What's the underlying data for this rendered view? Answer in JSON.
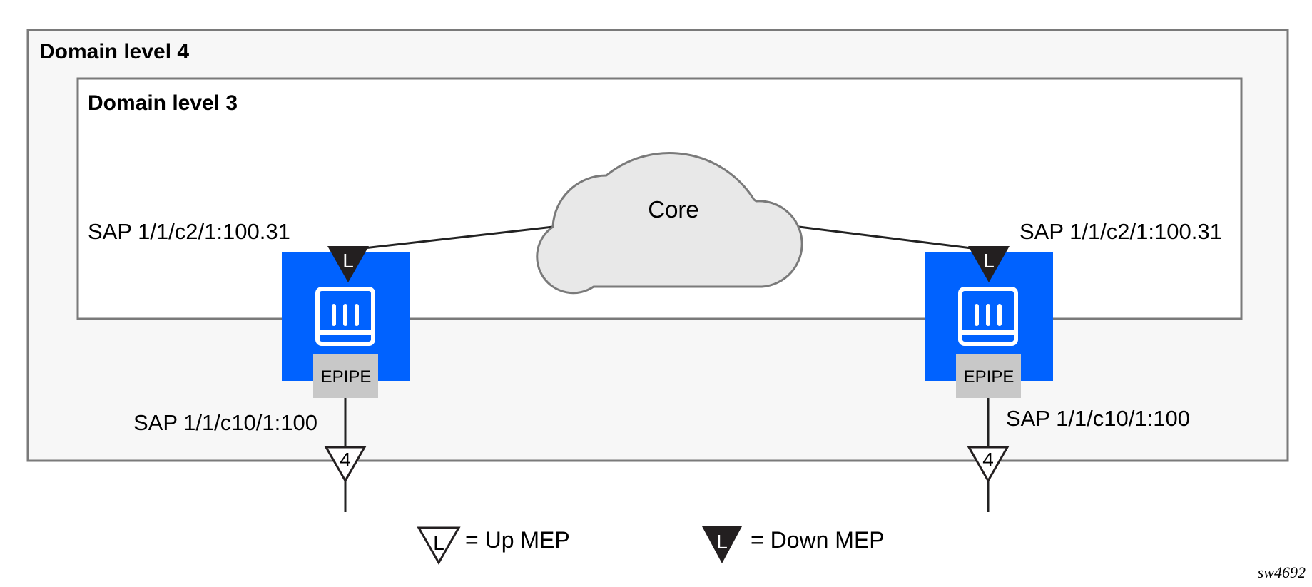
{
  "domains": [
    {
      "title": "Domain level 4"
    },
    {
      "title": "Domain level 3"
    }
  ],
  "core": {
    "label": "Core"
  },
  "nodes": [
    {
      "epipe_label": "EPIPE",
      "network_sap": "SAP 1/1/c2/1:100.31",
      "access_sap": "SAP 1/1/c10/1:100",
      "down_mep_letter": "L",
      "up_mep_letter": "4"
    },
    {
      "epipe_label": "EPIPE",
      "network_sap": "SAP 1/1/c2/1:100.31",
      "access_sap": "SAP 1/1/c10/1:100",
      "down_mep_letter": "L",
      "up_mep_letter": "4"
    }
  ],
  "legend": {
    "up_mep": {
      "letter": "L",
      "label": "= Up MEP"
    },
    "down_mep": {
      "letter": "L",
      "label": "= Down MEP"
    }
  },
  "figure_id": "sw4692",
  "colors": {
    "router_blue": "#0062ff",
    "epipe_gray": "#c8c8c8",
    "cloud_fill": "#e8e8e8",
    "domain4_fill": "#f7f7f7",
    "border_gray": "#7a7a7a",
    "mep_dark": "#231f20"
  }
}
